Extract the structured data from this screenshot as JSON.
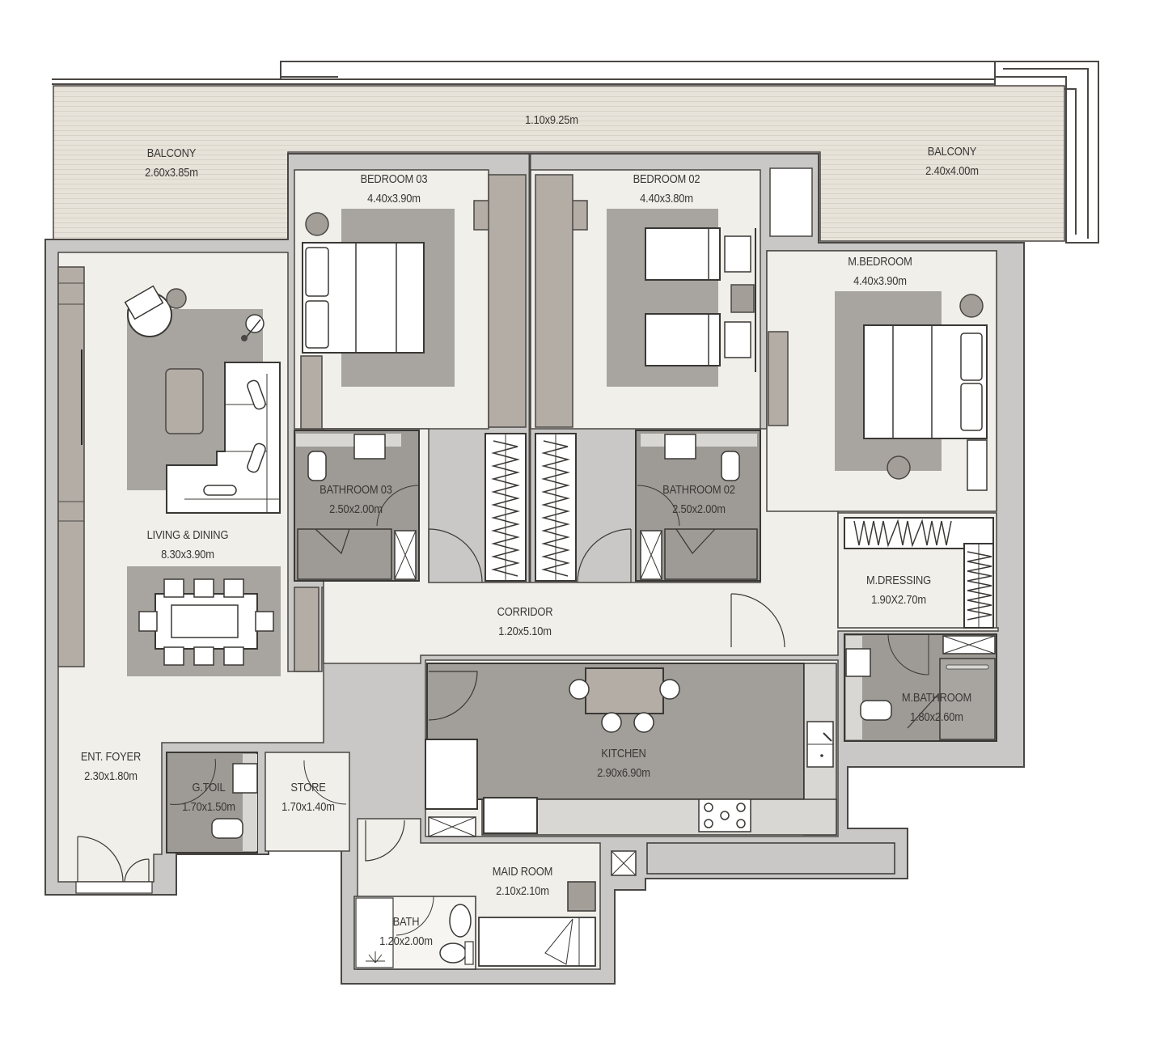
{
  "plan": {
    "colors": {
      "wall": "#4a4744",
      "wall_fill": "#c9c8c6",
      "floor": "#f1efe9",
      "balcony": "#e6e1d8",
      "wet_area": "#9e9a95",
      "rug": "#a8a5a1",
      "wardrobe": "#b3ada6",
      "white_furniture": "#ffffff"
    },
    "rooms": [
      {
        "id": "balcony-top-strip",
        "name": "",
        "dims": "1.10x9.25m"
      },
      {
        "id": "balcony-left",
        "name": "BALCONY",
        "dims": "2.60x3.85m"
      },
      {
        "id": "balcony-right",
        "name": "BALCONY",
        "dims": "2.40x4.00m"
      },
      {
        "id": "bedroom-03",
        "name": "BEDROOM 03",
        "dims": "4.40x3.90m"
      },
      {
        "id": "bedroom-02",
        "name": "BEDROOM 02",
        "dims": "4.40x3.80m"
      },
      {
        "id": "master-bedroom",
        "name": "M.BEDROOM",
        "dims": "4.40x3.90m"
      },
      {
        "id": "living-dining",
        "name": "LIVING & DINING",
        "dims": "8.30x3.90m"
      },
      {
        "id": "bathroom-03",
        "name": "BATHROOM 03",
        "dims": "2.50x2.00m"
      },
      {
        "id": "bathroom-02",
        "name": "BATHROOM 02",
        "dims": "2.50x2.00m"
      },
      {
        "id": "corridor",
        "name": "CORRIDOR",
        "dims": "1.20x5.10m"
      },
      {
        "id": "master-dressing",
        "name": "M.DRESSING",
        "dims": "1.90X2.70m"
      },
      {
        "id": "master-bathroom",
        "name": "M.BATHROOM",
        "dims": "1.80x2.60m"
      },
      {
        "id": "kitchen",
        "name": "KITCHEN",
        "dims": "2.90x6.90m"
      },
      {
        "id": "entrance-foyer",
        "name": "ENT. FOYER",
        "dims": "2.30x1.80m"
      },
      {
        "id": "guest-toilet",
        "name": "G.TOIL",
        "dims": "1.70x1.50m"
      },
      {
        "id": "store",
        "name": "STORE",
        "dims": "1.70x1.40m"
      },
      {
        "id": "maid-room",
        "name": "MAID ROOM",
        "dims": "2.10x2.10m"
      },
      {
        "id": "maid-bath",
        "name": "BATH",
        "dims": "1.20x2.00m"
      }
    ]
  }
}
